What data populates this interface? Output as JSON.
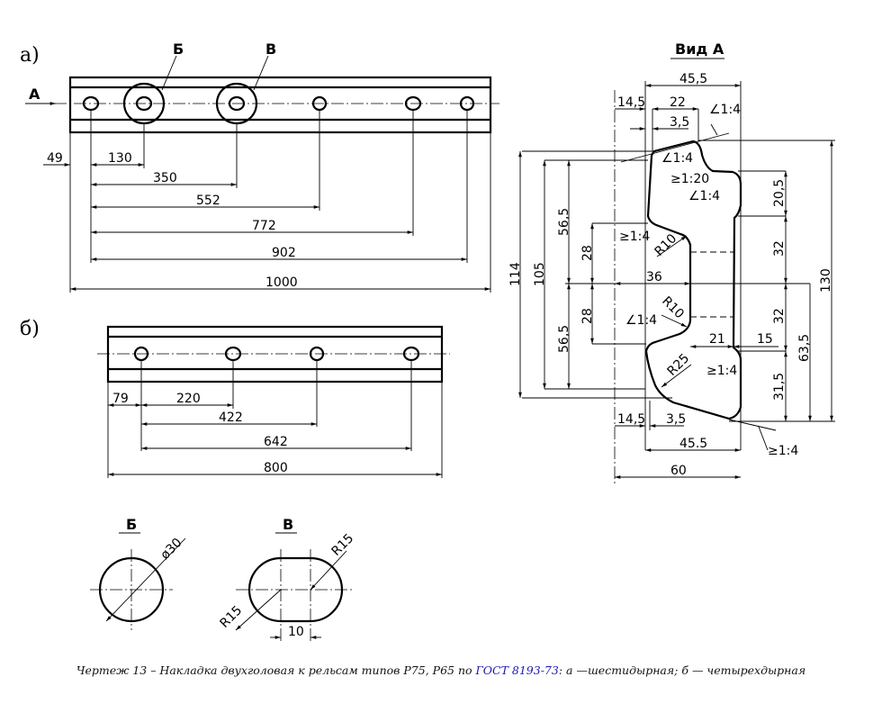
{
  "labels": {
    "a": "а)",
    "b": "б)",
    "view_a": "Вид А",
    "arrow_a": "А",
    "sec_b": "Б",
    "sec_v": "В"
  },
  "drawing_a": {
    "dims": [
      "49",
      "130",
      "350",
      "552",
      "772",
      "902",
      "1000"
    ]
  },
  "drawing_b": {
    "dims": [
      "79",
      "220",
      "422",
      "642",
      "800"
    ]
  },
  "section_b": {
    "diameter": "ø30"
  },
  "section_v": {
    "r1": "R15",
    "r2": "R15",
    "width": "10"
  },
  "profile": {
    "top_45_5": "45,5",
    "top_14_5": "14,5",
    "top_22": "22",
    "top_3_5": "3,5",
    "slope_top": "∠1:4",
    "h114": "114",
    "h105": "105",
    "h56_5a": "56,5",
    "h56_5b": "56,5",
    "h28a": "28",
    "h28b": "28",
    "w36": "36",
    "r10a": "R10",
    "r10b": "R10",
    "slope1": "∠1:4",
    "slope_1_20": "≥1:20",
    "slope2": "∠1:4",
    "slope3": "≥1:4",
    "slope4": "∠1:4",
    "w21": "21",
    "w15": "15",
    "r25": "R25",
    "slope5": "≥1:4",
    "v20_5": "20,5",
    "v32a": "32",
    "v32b": "32",
    "v130": "130",
    "v63_5": "63,5",
    "v31_5": "31,5",
    "bot_14_5": "14,5",
    "bot_3_5": "3,5",
    "bot_45_5": "45.5",
    "bot_60": "60",
    "slope_bot": "≥1:4"
  },
  "caption": {
    "prefix": "Чертеж 13 – Накладка двухголовая к рельсам типов Р75, Р65 по ",
    "link": "ГОСТ 8193-73",
    "suffix": ": а —шестидырная; б — четырехдырная"
  }
}
